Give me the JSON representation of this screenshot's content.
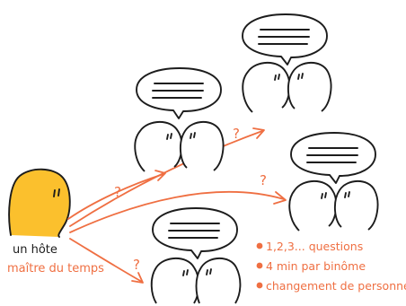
{
  "host": {
    "role_label": "un hôte",
    "time_label": "maître du temps",
    "color": "#fbc02d"
  },
  "question_mark": "?",
  "rules": [
    "1,2,3... questions",
    "4 min par binôme",
    "changement de personne"
  ],
  "colors": {
    "accent": "#ef6f42",
    "ink": "#1c1c1c",
    "background": "#ffffff"
  }
}
